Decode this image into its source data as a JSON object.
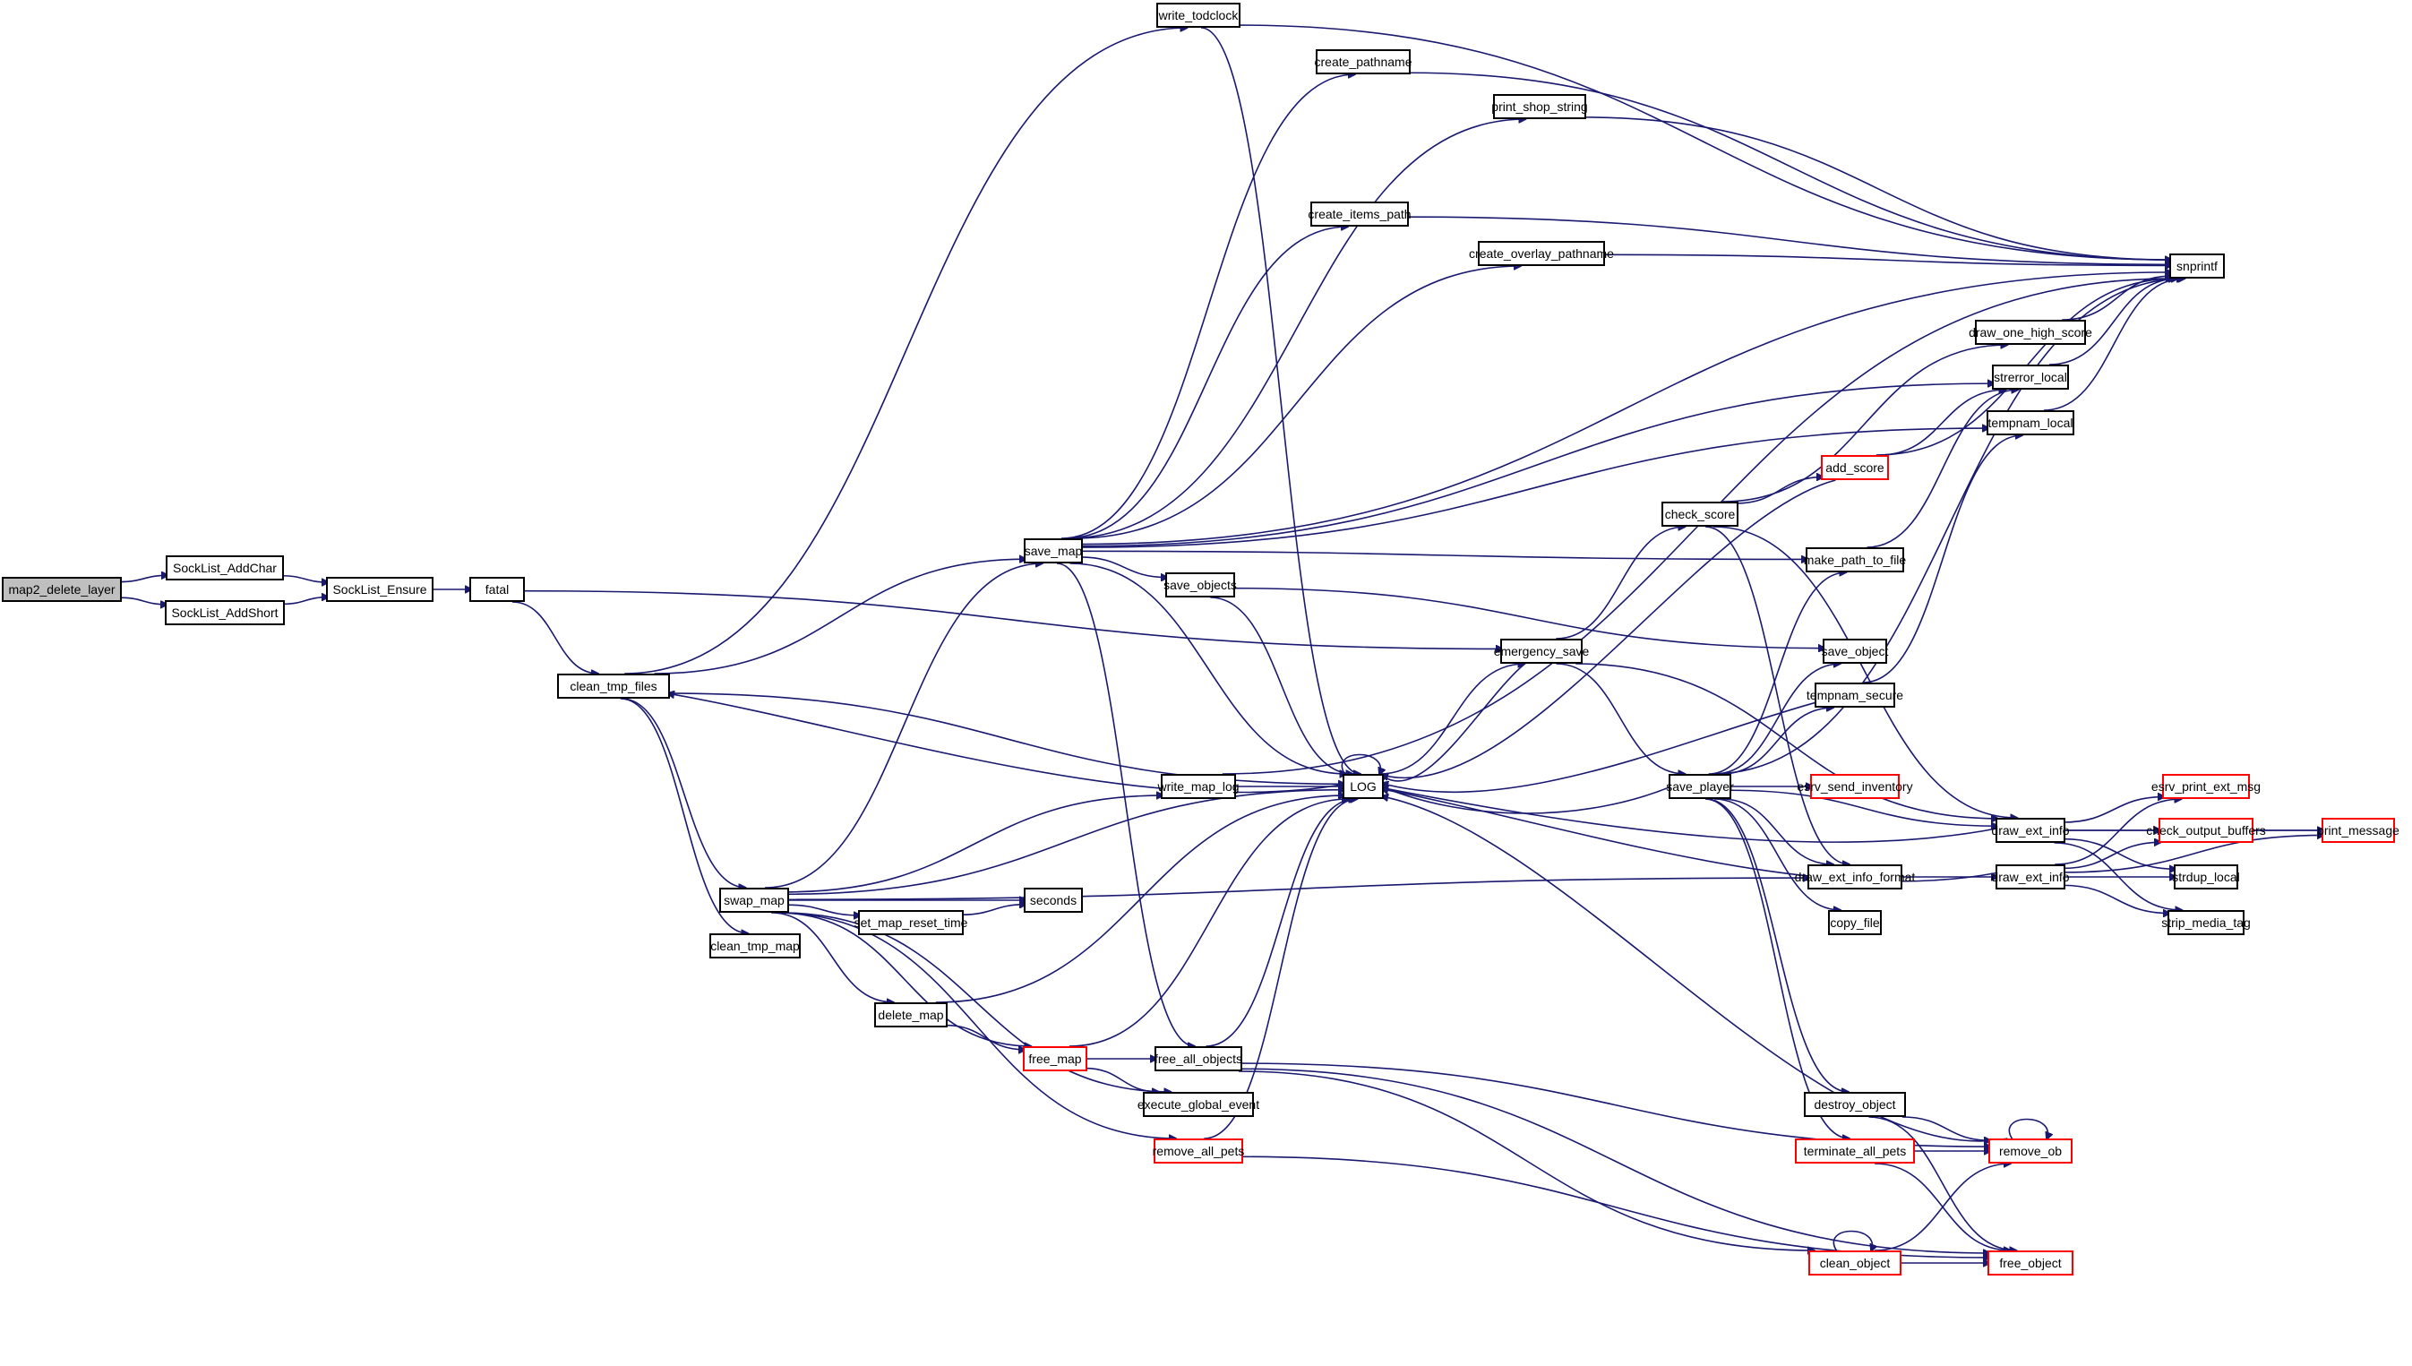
{
  "title": "map2_delete_layer call graph",
  "colors": {
    "edge": "#191970",
    "node_border": "#000000",
    "truncated_border": "#ff0000",
    "root_fill": "#bfbfbf"
  },
  "nodes": [
    {
      "id": "map2_delete_layer",
      "label": "map2_delete_layer",
      "style": "root"
    },
    {
      "id": "SockList_AddChar",
      "label": "SockList_AddChar",
      "style": "normal"
    },
    {
      "id": "SockList_AddShort",
      "label": "SockList_AddShort",
      "style": "normal"
    },
    {
      "id": "SockList_Ensure",
      "label": "SockList_Ensure",
      "style": "normal"
    },
    {
      "id": "fatal",
      "label": "fatal",
      "style": "normal"
    },
    {
      "id": "clean_tmp_files",
      "label": "clean_tmp_files",
      "style": "normal"
    },
    {
      "id": "swap_map",
      "label": "swap_map",
      "style": "normal"
    },
    {
      "id": "clean_tmp_map",
      "label": "clean_tmp_map",
      "style": "normal"
    },
    {
      "id": "write_todclock",
      "label": "write_todclock",
      "style": "normal"
    },
    {
      "id": "create_pathname",
      "label": "create_pathname",
      "style": "normal"
    },
    {
      "id": "print_shop_string",
      "label": "print_shop_string",
      "style": "normal"
    },
    {
      "id": "create_items_path",
      "label": "create_items_path",
      "style": "normal"
    },
    {
      "id": "create_overlay_pathname",
      "label": "create_overlay_pathname",
      "style": "normal"
    },
    {
      "id": "save_map",
      "label": "save_map",
      "style": "normal"
    },
    {
      "id": "save_objects",
      "label": "save_objects",
      "style": "normal"
    },
    {
      "id": "emergency_save",
      "label": "emergency_save",
      "style": "normal"
    },
    {
      "id": "write_map_log",
      "label": "write_map_log",
      "style": "normal"
    },
    {
      "id": "LOG",
      "label": "LOG",
      "style": "normal"
    },
    {
      "id": "seconds",
      "label": "seconds",
      "style": "normal"
    },
    {
      "id": "set_map_reset_time",
      "label": "set_map_reset_time",
      "style": "normal"
    },
    {
      "id": "delete_map",
      "label": "delete_map",
      "style": "normal"
    },
    {
      "id": "free_map",
      "label": "free_map",
      "style": "truncated"
    },
    {
      "id": "free_all_objects",
      "label": "free_all_objects",
      "style": "normal"
    },
    {
      "id": "execute_global_event",
      "label": "execute_global_event",
      "style": "normal"
    },
    {
      "id": "remove_all_pets",
      "label": "remove_all_pets",
      "style": "truncated"
    },
    {
      "id": "snprintf",
      "label": "snprintf",
      "style": "normal"
    },
    {
      "id": "draw_one_high_score",
      "label": "draw_one_high_score",
      "style": "normal"
    },
    {
      "id": "strerror_local",
      "label": "strerror_local",
      "style": "normal"
    },
    {
      "id": "tempnam_local",
      "label": "tempnam_local",
      "style": "normal"
    },
    {
      "id": "add_score",
      "label": "add_score",
      "style": "truncated"
    },
    {
      "id": "check_score",
      "label": "check_score",
      "style": "normal"
    },
    {
      "id": "make_path_to_file",
      "label": "make_path_to_file",
      "style": "normal"
    },
    {
      "id": "save_object",
      "label": "save_object",
      "style": "normal"
    },
    {
      "id": "tempnam_secure",
      "label": "tempnam_secure",
      "style": "normal"
    },
    {
      "id": "save_player",
      "label": "save_player",
      "style": "normal"
    },
    {
      "id": "esrv_send_inventory",
      "label": "esrv_send_inventory",
      "style": "truncated"
    },
    {
      "id": "draw_ext_info_format",
      "label": "draw_ext_info_format",
      "style": "normal"
    },
    {
      "id": "copy_file",
      "label": "copy_file",
      "style": "normal"
    },
    {
      "id": "draw_ext_info_a",
      "label": "draw_ext_info",
      "style": "normal"
    },
    {
      "id": "draw_ext_info_b",
      "label": "draw_ext_info",
      "style": "normal"
    },
    {
      "id": "esrv_print_ext_msg",
      "label": "esrv_print_ext_msg",
      "style": "truncated"
    },
    {
      "id": "check_output_buffers",
      "label": "check_output_buffers",
      "style": "truncated"
    },
    {
      "id": "print_message",
      "label": "print_message",
      "style": "truncated"
    },
    {
      "id": "strdup_local",
      "label": "strdup_local",
      "style": "normal"
    },
    {
      "id": "strip_media_tag",
      "label": "strip_media_tag",
      "style": "normal"
    },
    {
      "id": "destroy_object",
      "label": "destroy_object",
      "style": "normal"
    },
    {
      "id": "terminate_all_pets",
      "label": "terminate_all_pets",
      "style": "truncated"
    },
    {
      "id": "remove_ob",
      "label": "remove_ob",
      "style": "truncated"
    },
    {
      "id": "clean_object",
      "label": "clean_object",
      "style": "truncated"
    },
    {
      "id": "free_object",
      "label": "free_object",
      "style": "truncated"
    }
  ],
  "edges": [
    [
      "map2_delete_layer",
      "SockList_AddChar"
    ],
    [
      "map2_delete_layer",
      "SockList_AddShort"
    ],
    [
      "SockList_AddChar",
      "SockList_Ensure"
    ],
    [
      "SockList_AddShort",
      "SockList_Ensure"
    ],
    [
      "SockList_Ensure",
      "fatal"
    ],
    [
      "fatal",
      "clean_tmp_files"
    ],
    [
      "fatal",
      "emergency_save"
    ],
    [
      "clean_tmp_files",
      "write_todclock"
    ],
    [
      "clean_tmp_files",
      "save_map"
    ],
    [
      "clean_tmp_files",
      "LOG"
    ],
    [
      "clean_tmp_files",
      "swap_map"
    ],
    [
      "clean_tmp_files",
      "clean_tmp_map"
    ],
    [
      "write_todclock",
      "snprintf"
    ],
    [
      "write_todclock",
      "LOG"
    ],
    [
      "save_map",
      "create_pathname"
    ],
    [
      "save_map",
      "print_shop_string"
    ],
    [
      "save_map",
      "snprintf"
    ],
    [
      "save_map",
      "create_items_path"
    ],
    [
      "save_map",
      "create_overlay_pathname"
    ],
    [
      "save_map",
      "strerror_local"
    ],
    [
      "save_map",
      "tempnam_local"
    ],
    [
      "save_map",
      "make_path_to_file"
    ],
    [
      "save_map",
      "save_objects"
    ],
    [
      "save_map",
      "LOG"
    ],
    [
      "save_map",
      "free_all_objects"
    ],
    [
      "create_pathname",
      "snprintf"
    ],
    [
      "print_shop_string",
      "snprintf"
    ],
    [
      "create_items_path",
      "snprintf"
    ],
    [
      "create_overlay_pathname",
      "snprintf"
    ],
    [
      "save_objects",
      "LOG"
    ],
    [
      "save_objects",
      "save_object"
    ],
    [
      "emergency_save",
      "LOG"
    ],
    [
      "emergency_save",
      "check_score"
    ],
    [
      "emergency_save",
      "save_player"
    ],
    [
      "emergency_save",
      "draw_ext_info_a"
    ],
    [
      "write_map_log",
      "LOG"
    ],
    [
      "write_map_log",
      "snprintf"
    ],
    [
      "LOG",
      "clean_tmp_files"
    ],
    [
      "LOG",
      "emergency_save"
    ],
    [
      "LOG",
      "LOG"
    ],
    [
      "swap_map",
      "save_map"
    ],
    [
      "swap_map",
      "write_map_log"
    ],
    [
      "swap_map",
      "LOG"
    ],
    [
      "swap_map",
      "seconds"
    ],
    [
      "swap_map",
      "set_map_reset_time"
    ],
    [
      "swap_map",
      "delete_map"
    ],
    [
      "swap_map",
      "free_map"
    ],
    [
      "swap_map",
      "execute_global_event"
    ],
    [
      "swap_map",
      "remove_all_pets"
    ],
    [
      "swap_map",
      "draw_ext_info_format"
    ],
    [
      "set_map_reset_time",
      "seconds"
    ],
    [
      "delete_map",
      "LOG"
    ],
    [
      "delete_map",
      "free_map"
    ],
    [
      "free_map",
      "LOG"
    ],
    [
      "free_map",
      "free_all_objects"
    ],
    [
      "free_map",
      "execute_global_event"
    ],
    [
      "free_all_objects",
      "LOG"
    ],
    [
      "free_all_objects",
      "remove_ob"
    ],
    [
      "free_all_objects",
      "clean_object"
    ],
    [
      "free_all_objects",
      "free_object"
    ],
    [
      "remove_all_pets",
      "LOG"
    ],
    [
      "remove_all_pets",
      "free_object"
    ],
    [
      "draw_one_high_score",
      "snprintf"
    ],
    [
      "strerror_local",
      "snprintf"
    ],
    [
      "tempnam_local",
      "snprintf"
    ],
    [
      "add_score",
      "LOG"
    ],
    [
      "add_score",
      "strerror_local"
    ],
    [
      "add_score",
      "snprintf"
    ],
    [
      "check_score",
      "add_score"
    ],
    [
      "check_score",
      "draw_one_high_score"
    ],
    [
      "check_score",
      "draw_ext_info_a"
    ],
    [
      "check_score",
      "draw_ext_info_format"
    ],
    [
      "make_path_to_file",
      "strerror_local"
    ],
    [
      "tempnam_secure",
      "tempnam_local"
    ],
    [
      "tempnam_secure",
      "LOG"
    ],
    [
      "save_player",
      "LOG"
    ],
    [
      "save_player",
      "make_path_to_file"
    ],
    [
      "save_player",
      "save_object"
    ],
    [
      "save_player",
      "tempnam_secure"
    ],
    [
      "save_player",
      "snprintf"
    ],
    [
      "save_player",
      "esrv_send_inventory"
    ],
    [
      "save_player",
      "draw_ext_info_a"
    ],
    [
      "save_player",
      "draw_ext_info_format"
    ],
    [
      "save_player",
      "copy_file"
    ],
    [
      "save_player",
      "destroy_object"
    ],
    [
      "save_player",
      "terminate_all_pets"
    ],
    [
      "draw_ext_info_format",
      "draw_ext_info_b"
    ],
    [
      "draw_ext_info_a",
      "LOG"
    ],
    [
      "draw_ext_info_a",
      "esrv_print_ext_msg"
    ],
    [
      "draw_ext_info_a",
      "check_output_buffers"
    ],
    [
      "draw_ext_info_a",
      "strdup_local"
    ],
    [
      "draw_ext_info_a",
      "strip_media_tag"
    ],
    [
      "draw_ext_info_a",
      "print_message"
    ],
    [
      "draw_ext_info_b",
      "LOG"
    ],
    [
      "draw_ext_info_b",
      "esrv_print_ext_msg"
    ],
    [
      "draw_ext_info_b",
      "check_output_buffers"
    ],
    [
      "draw_ext_info_b",
      "strdup_local"
    ],
    [
      "draw_ext_info_b",
      "strip_media_tag"
    ],
    [
      "draw_ext_info_b",
      "print_message"
    ],
    [
      "check_output_buffers",
      "print_message"
    ],
    [
      "destroy_object",
      "remove_ob"
    ],
    [
      "destroy_object",
      "free_object"
    ],
    [
      "terminate_all_pets",
      "remove_ob"
    ],
    [
      "terminate_all_pets",
      "free_object"
    ],
    [
      "remove_ob",
      "remove_ob"
    ],
    [
      "remove_ob",
      "LOG"
    ],
    [
      "clean_object",
      "clean_object"
    ],
    [
      "clean_object",
      "remove_ob"
    ],
    [
      "clean_object",
      "free_object"
    ]
  ]
}
